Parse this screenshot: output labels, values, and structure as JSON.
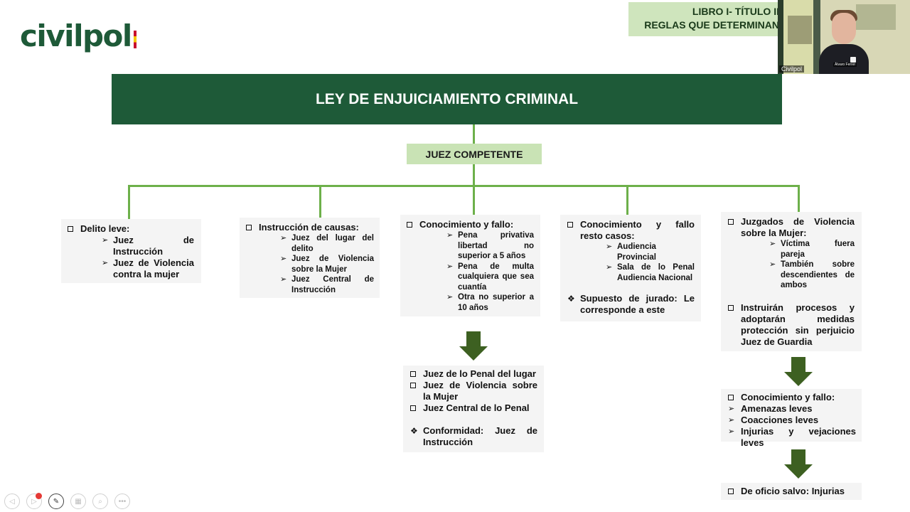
{
  "brand": {
    "logo": "civilpol"
  },
  "header": {
    "line1": "LIBRO I- TÍTULO II",
    "line2": "REGLAS QUE DETERMINAN"
  },
  "video": {
    "label": "Civilpol",
    "name": "Álvaro Ferrer"
  },
  "diagram": {
    "title": "LEY DE ENJUICIAMIENTO CRIMINAL",
    "root": "JUEZ COMPETENTE",
    "col1": {
      "heading": "Delito leve:",
      "items": [
        "Juez de Instrucción",
        "Juez de Violencia contra la mujer"
      ]
    },
    "col2": {
      "heading": "Instrucción de causas:",
      "items": [
        "Juez del lugar del delito",
        "Juez de Violencia sobre la Mujer",
        "Juez Central de Instrucción"
      ]
    },
    "col3": {
      "heading": "Conocimiento y fallo:",
      "items": [
        "Pena privativa libertad no superior a 5 años",
        "Pena de multa cualquiera que sea cuantía",
        "Otra no superior a 10 años"
      ],
      "result": [
        "Juez de lo Penal del lugar",
        "Juez de Violencia sobre la Mujer",
        "Juez Central de lo Penal"
      ],
      "note": "Conformidad: Juez de Instrucción"
    },
    "col4": {
      "heading": "Conocimiento y fallo resto casos:",
      "items": [
        "Audiencia Provincial",
        "Sala de lo Penal Audiencia Nacional"
      ],
      "note": "Supuesto de jurado: Le corresponde a este"
    },
    "col5": {
      "heading": "Juzgados de Violencia sobre la Mujer:",
      "items": [
        "Víctima fuera pareja",
        "También sobre descendientes de ambos"
      ],
      "heading2": "Instruirán procesos y adoptarán medidas protección sin perjuicio Juez de Guardia",
      "result_heading": "Conocimiento y fallo:",
      "result": [
        "Amenazas leves",
        "Coacciones leves",
        "Injurias y vejaciones leves"
      ],
      "final": "De oficio salvo: Injurias"
    }
  },
  "colors": {
    "primary": "#1e5a38",
    "accent": "#c9e3b5",
    "connector": "#6db04a",
    "arrow": "#3d6021"
  },
  "toolbar": {
    "icons": [
      "prev-icon",
      "next-icon",
      "pen-icon",
      "grid-icon",
      "zoom-icon",
      "more-icon"
    ],
    "more_label": "•••"
  }
}
